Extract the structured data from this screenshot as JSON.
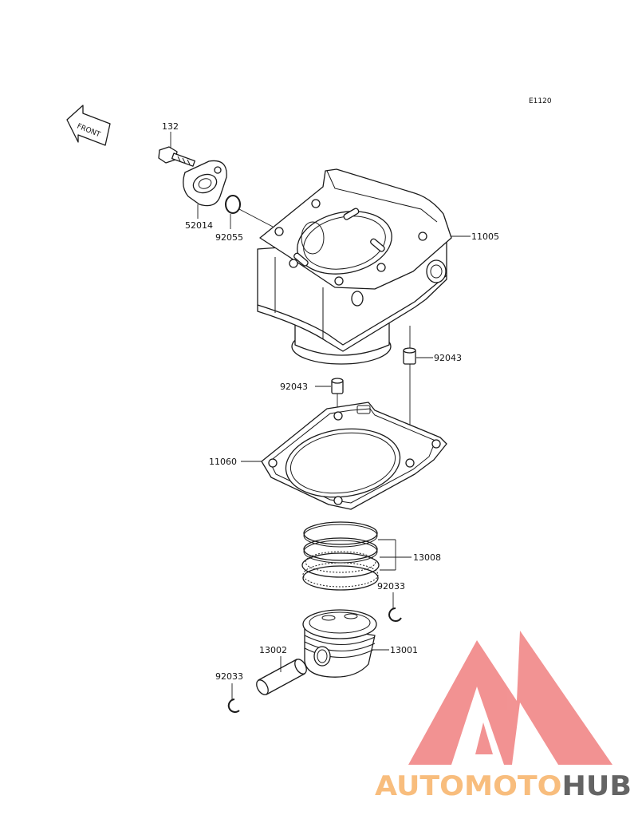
{
  "diagram": {
    "code": "E1120",
    "front_label": "FRONT",
    "parts": [
      {
        "id": "132"
      },
      {
        "id": "52014"
      },
      {
        "id": "92055"
      },
      {
        "id": "11005"
      },
      {
        "id": "92043"
      },
      {
        "id": "92043"
      },
      {
        "id": "11060"
      },
      {
        "id": "13008"
      },
      {
        "id": "92033"
      },
      {
        "id": "13002"
      },
      {
        "id": "13001"
      },
      {
        "id": "92033"
      }
    ]
  },
  "watermark": {
    "part1": "AUTOMOTO",
    "part2": "HUB",
    "color_logo": "#f08080",
    "color_text_a": "#f7b267",
    "color_text_b": "#4a4a4a"
  }
}
